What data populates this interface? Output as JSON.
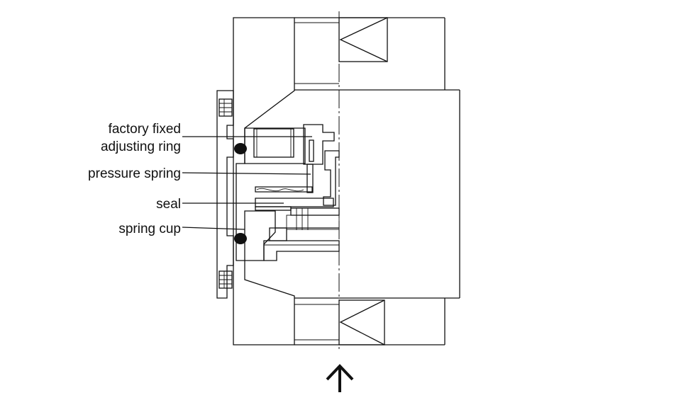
{
  "labels": {
    "adjusting_ring_line1": "factory fixed",
    "adjusting_ring_line2": "adjusting ring",
    "pressure_spring": "pressure spring",
    "seal": "seal",
    "spring_cup": "spring cup"
  },
  "colors": {
    "line": "#111111",
    "background": "#ffffff"
  },
  "icons": {
    "flow_arrow": "arrow-up-icon"
  }
}
